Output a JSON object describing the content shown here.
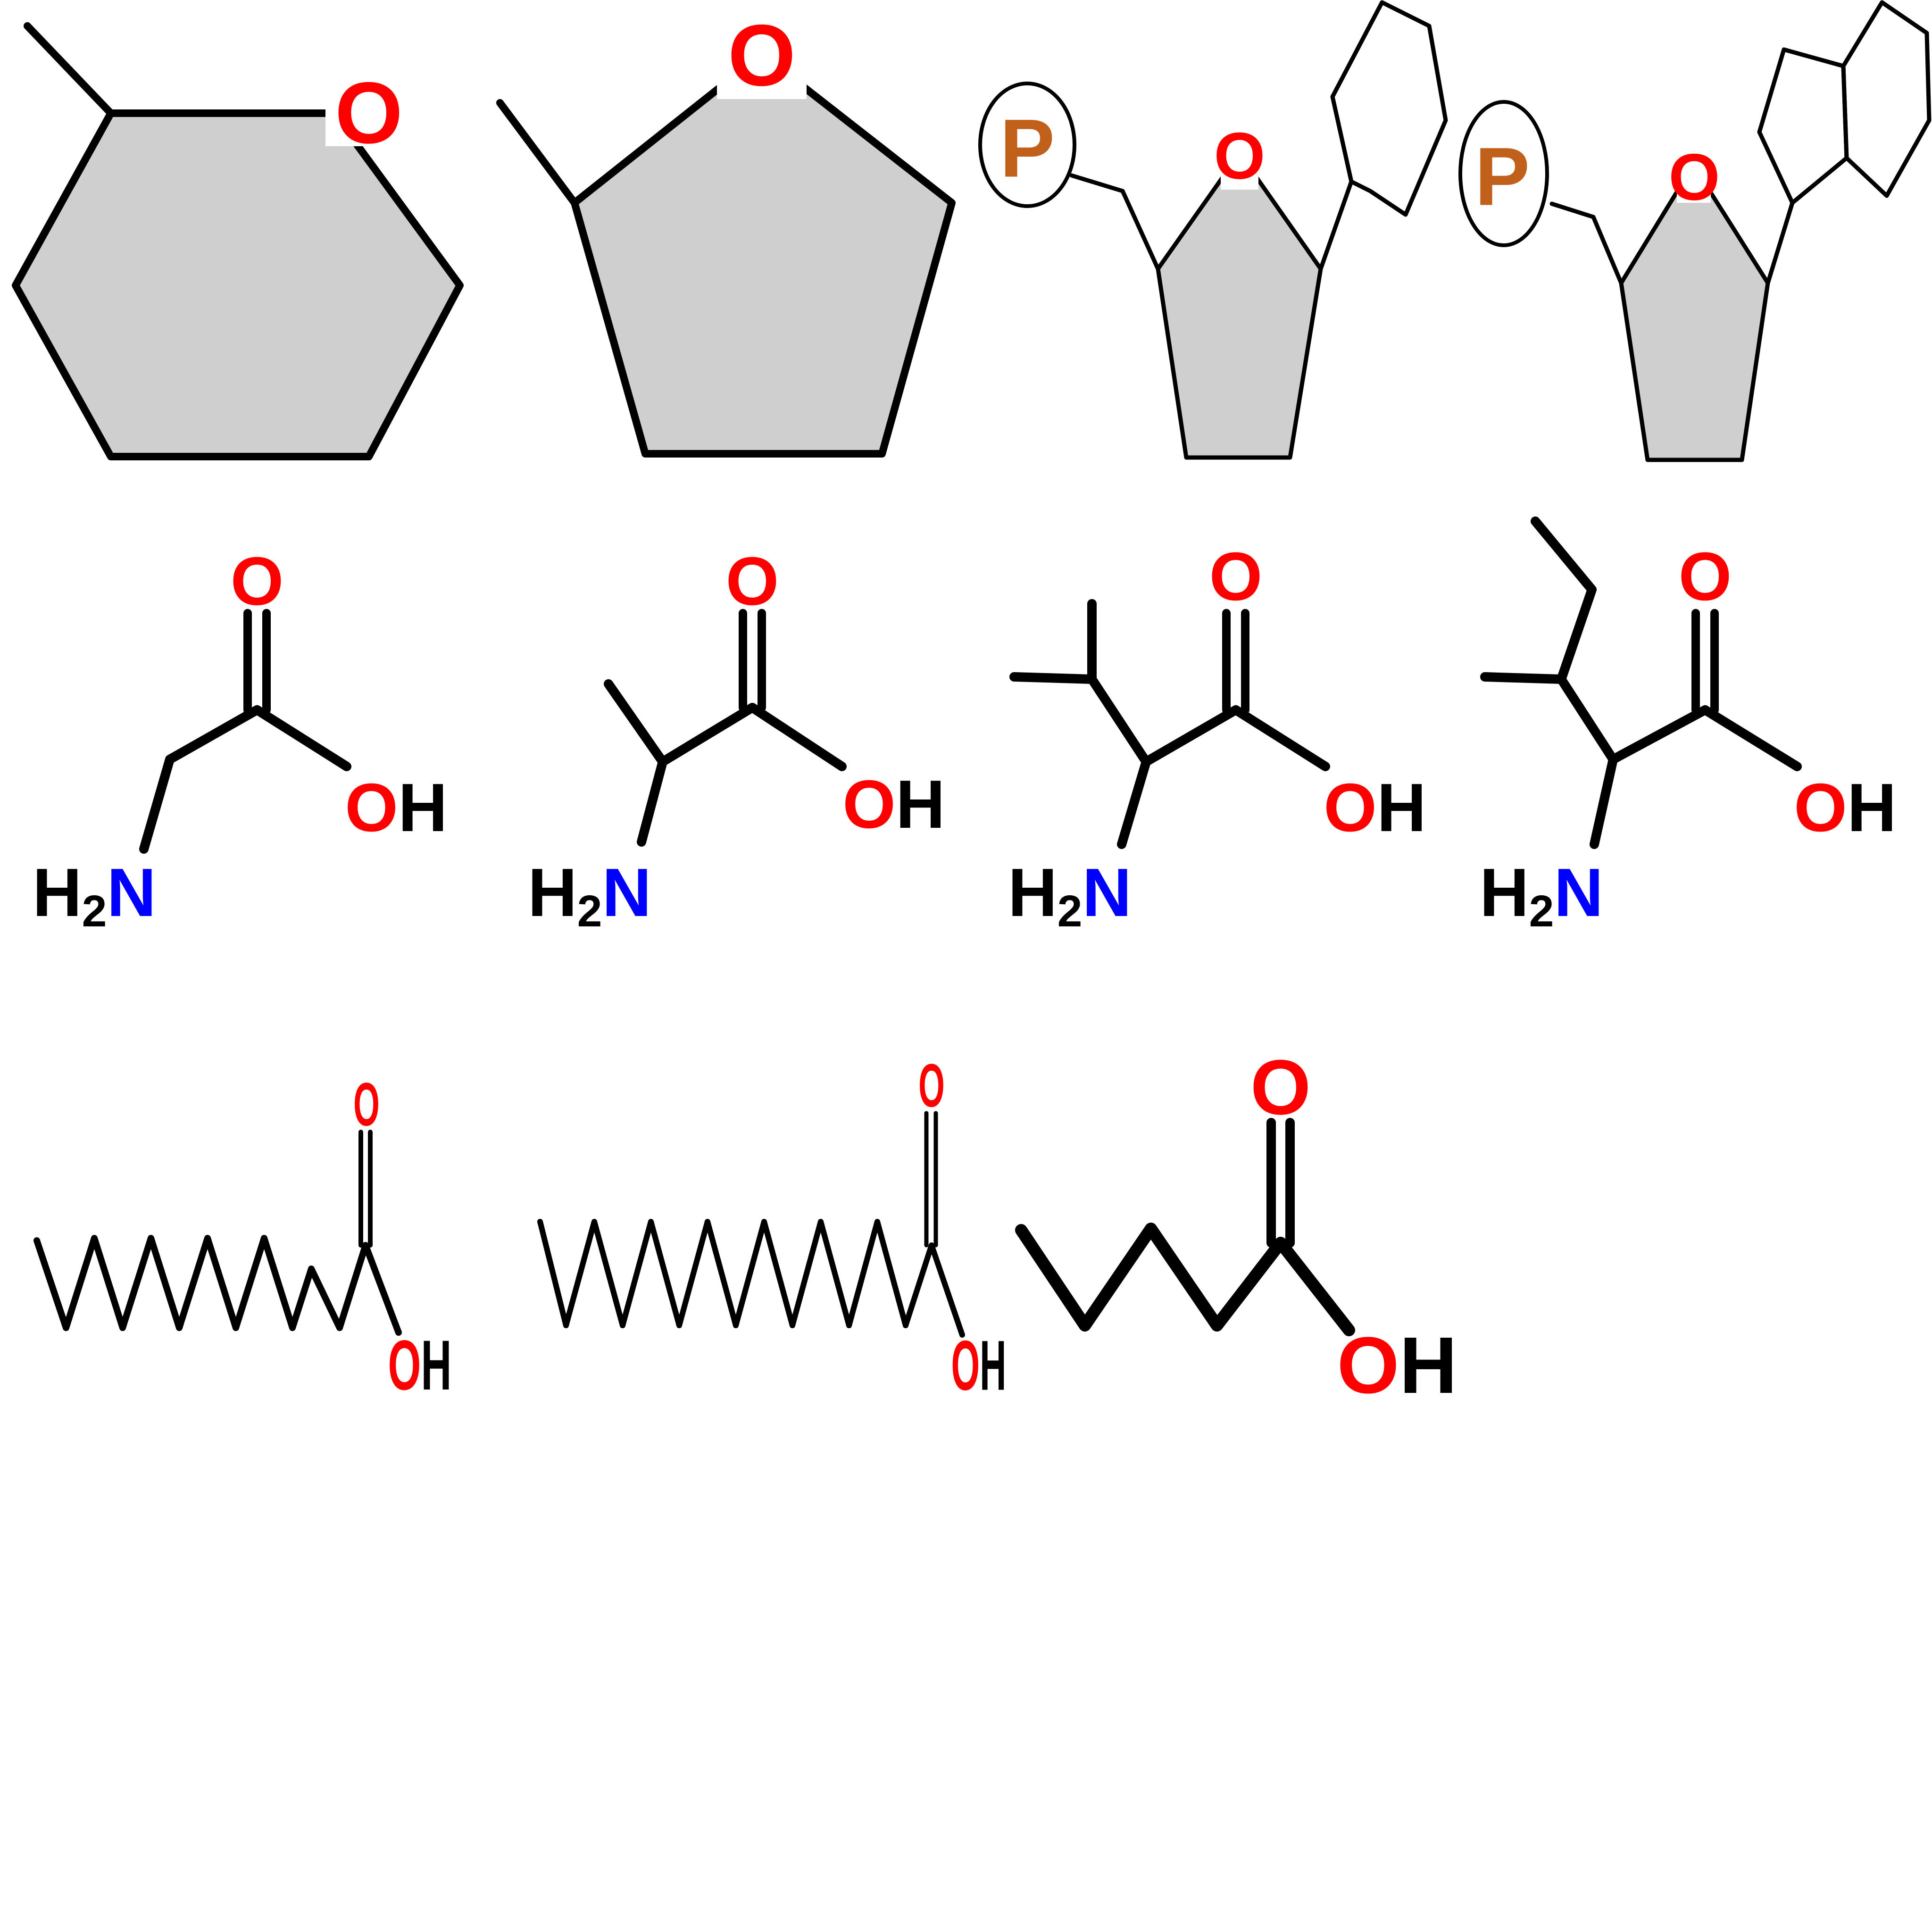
{
  "colors": {
    "bond": "#000000",
    "ring_fill": "#d0cfd0",
    "oxygen": "#ff0000",
    "nitrogen": "#0000ff",
    "phosphorus": "#c0601a",
    "carbon_hydrogen": "#000000"
  },
  "atoms": {
    "oxygen": "O",
    "phosphate": "P",
    "hydroxyl": "OH",
    "amine_h": "H",
    "amine_subscript": "2",
    "amine_n": "N"
  },
  "rows": [
    {
      "id": "rings",
      "items": [
        "pyranose-ring",
        "furanose-ring",
        "nucleotide-single-ring-base",
        "nucleotide-double-ring-base"
      ]
    },
    {
      "id": "amino-acids",
      "items": [
        "glycine",
        "alanine",
        "valine",
        "isoleucine"
      ]
    },
    {
      "id": "fatty-acids",
      "items": [
        "long-chain-fatty-acid",
        "longer-chain-fatty-acid",
        "short-chain-fatty-acid"
      ]
    }
  ]
}
